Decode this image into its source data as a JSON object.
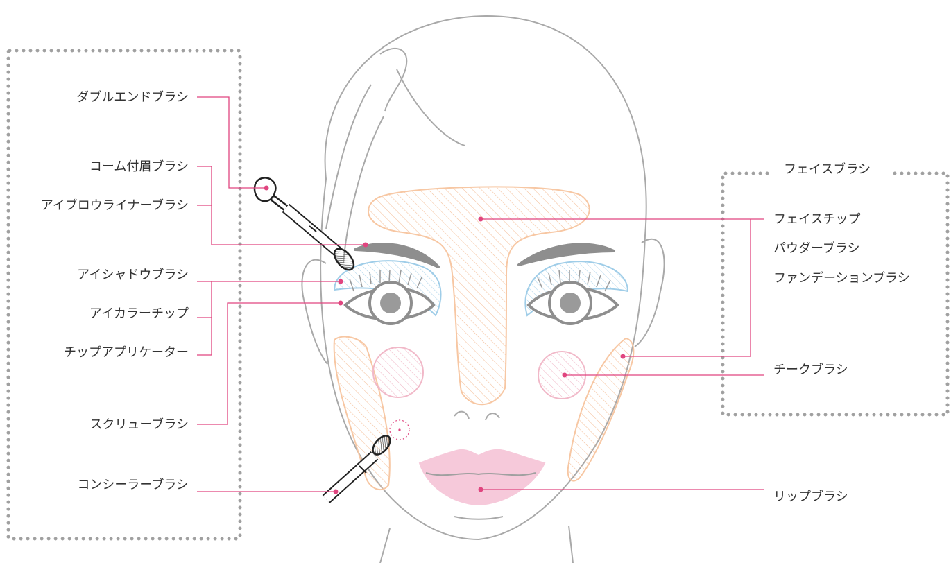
{
  "colors": {
    "leader": "#e0457f",
    "face_outline": "#a9a9a9",
    "brow": "#8e8e8e",
    "eyeshadow": "#9fcde8",
    "highlight": "#f7c7a3",
    "blush": "#f1b8c8",
    "lips": "#f6c9da",
    "dots": "#a0a0a0",
    "text": "#333333"
  },
  "left_panel": {
    "labels": {
      "double_end_brush": "ダブルエンドブラシ",
      "comb_brow_brush": "コーム付眉ブラシ",
      "eyebrow_liner_brush": "アイブロウライナーブラシ",
      "eyeshadow_brush": "アイシャドウブラシ",
      "eye_color_chip": "アイカラーチップ",
      "chip_applicator": "チップアプリケーター",
      "screw_brush": "スクリューブラシ",
      "concealer_brush": "コンシーラーブラシ"
    }
  },
  "right_panel": {
    "header": "フェイスブラシ",
    "labels": {
      "face_chip": "フェイスチップ",
      "powder_brush": "パウダーブラシ",
      "foundation_brush": "ファンデーションブラシ",
      "cheek_brush": "チークブラシ",
      "lip_brush": "リップブラシ"
    }
  }
}
